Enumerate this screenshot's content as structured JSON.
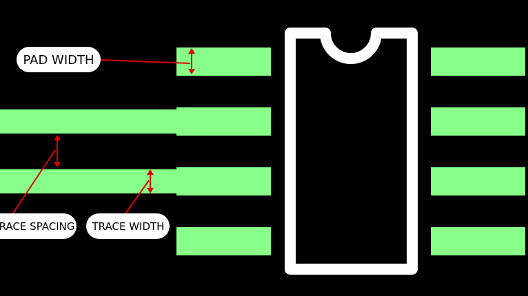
{
  "diagram": {
    "labels": {
      "pad_width": "PAD WIDTH",
      "trace_spacing": "TRACE SPACING",
      "trace_width": "TRACE WIDTH"
    },
    "colors": {
      "background": "#000000",
      "copper": "#88ff88",
      "silkscreen": "#ffffff",
      "annotation": "#e00000",
      "label_bg": "#ffffff",
      "label_text": "#000000"
    },
    "component": {
      "left_pads": 4,
      "right_pads": 4,
      "traces": 2
    }
  }
}
